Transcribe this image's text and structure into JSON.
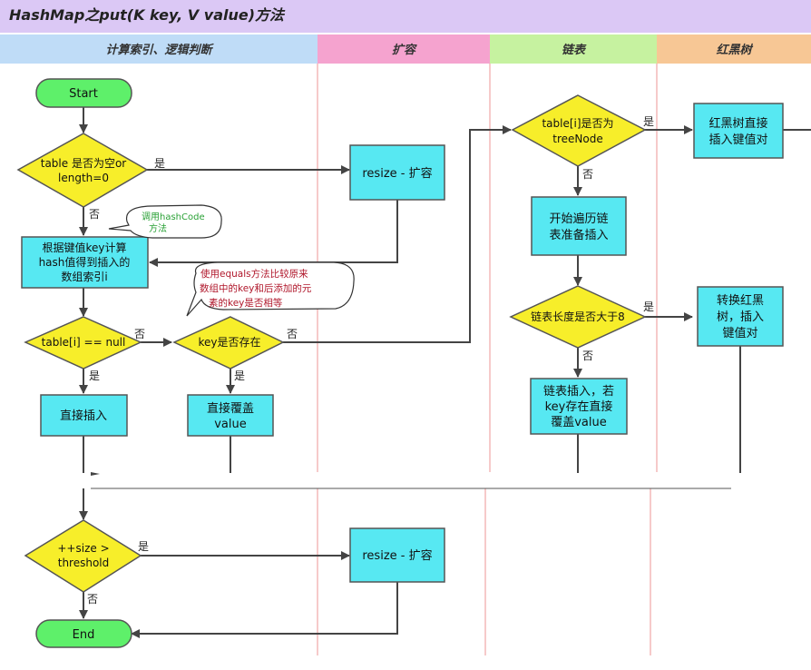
{
  "title": "HashMap之put(K key, V value)方法",
  "colors": {
    "title_bg": "#dbc8f5",
    "lane1_bg": "#bfdcf7",
    "lane2_bg": "#f5a3cf",
    "lane3_bg": "#c6f2a0",
    "lane4_bg": "#f7c795",
    "process": "#57e8f2",
    "decision": "#f7ee2a",
    "terminal": "#5ef06a",
    "lane_line": "#f3b8b8",
    "arrow": "#444444"
  },
  "lanes": [
    "计算索引、逻辑判断",
    "扩容",
    "链表",
    "红黑树"
  ],
  "nodes": {
    "start": "Start",
    "d_table_empty": [
      "table 是否为空or",
      "length=0"
    ],
    "resize1": "resize - 扩容",
    "calc_index": [
      "根据键值key计算",
      "hash值得到插入的",
      "数组索引i"
    ],
    "d_tab_null": "table[i] == null",
    "d_key_exists": "key是否存在",
    "insert_direct": "直接插入",
    "overwrite": [
      "直接覆盖",
      "value"
    ],
    "d_treenode": [
      "table[i]是否为",
      "treeNode"
    ],
    "rb_insert": [
      "红黑树直接",
      "插入键值对"
    ],
    "traverse": [
      "开始遍历链",
      "表准备插入"
    ],
    "d_len8": "链表长度是否大于8",
    "to_rb": [
      "转换红黑",
      "树，插入",
      "键值对"
    ],
    "list_insert": [
      "链表插入，若",
      "key存在直接",
      "覆盖value"
    ],
    "d_threshold": [
      "++size >",
      "threshold"
    ],
    "resize2": "resize - 扩容",
    "end": "End"
  },
  "edge_labels": {
    "yes": "是",
    "no": "否"
  },
  "notes": {
    "hashcode": [
      "调用hashCode",
      "方法"
    ],
    "equals": [
      "使用equals方法比较原来",
      "数组中的key和后添加的元",
      "素的key是否相等"
    ]
  }
}
